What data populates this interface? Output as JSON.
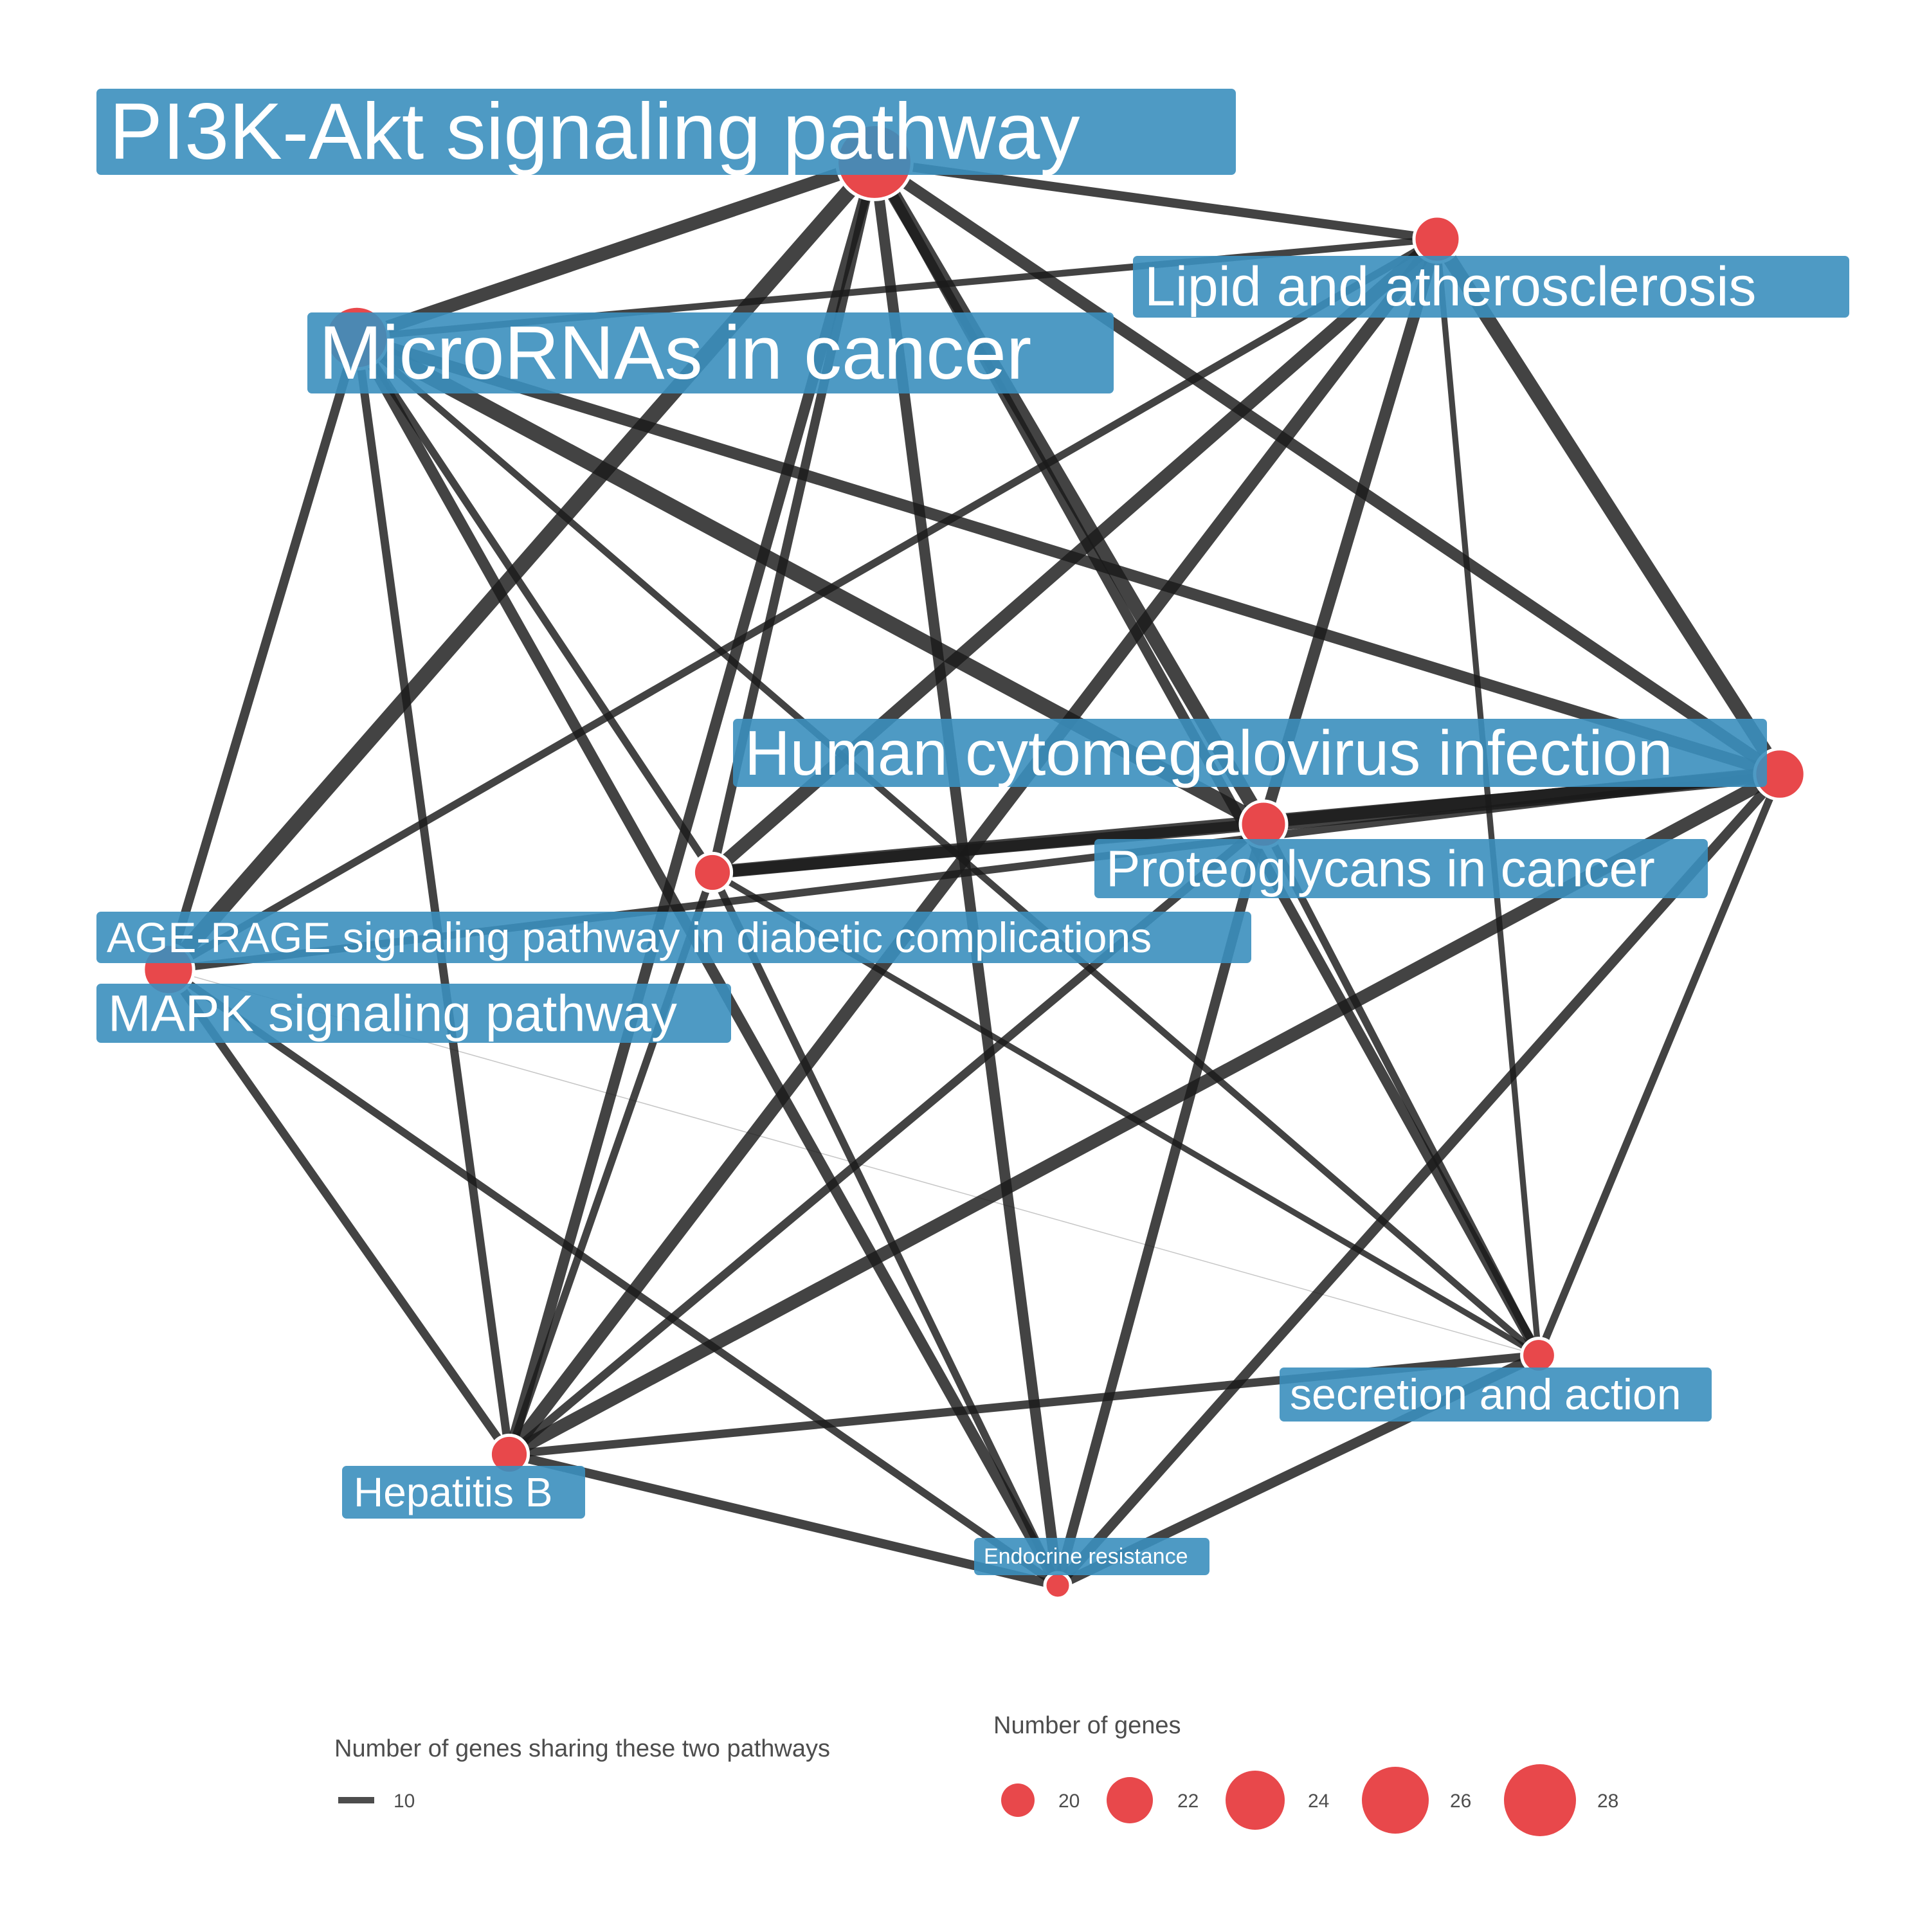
{
  "colors": {
    "node": "#e8484b",
    "node_stroke": "#ffffff",
    "label_bg": "#3b8fbe",
    "label_text": "#ffffff",
    "edge": "#1a1a1a",
    "legend_text": "#4d4d4d"
  },
  "nodes": [
    {
      "id": "pi3k",
      "label": "PI3K-Akt signaling pathway",
      "genes": 28
    },
    {
      "id": "lipid",
      "label": "Lipid and atherosclerosis",
      "genes": 21
    },
    {
      "id": "mirna",
      "label": "MicroRNAs in cancer",
      "genes": 25
    },
    {
      "id": "hcmv",
      "label": "Human cytomegalovirus infection",
      "genes": 22
    },
    {
      "id": "proteo",
      "label": "Proteoglycans in cancer",
      "genes": 21
    },
    {
      "id": "agerage",
      "label": "AGE-RAGE signaling pathway in diabetic complications",
      "genes": 19
    },
    {
      "id": "mapk",
      "label": "MAPK signaling pathway",
      "genes": 22
    },
    {
      "id": "insulin",
      "label": "secretion and action",
      "genes": 18
    },
    {
      "id": "hepb",
      "label": "Hepatitis B",
      "genes": 19
    },
    {
      "id": "endo",
      "label": "Endocrine resistance",
      "genes": 16
    }
  ],
  "edges": [
    {
      "source": "pi3k",
      "target": "lipid",
      "weight": 9
    },
    {
      "source": "pi3k",
      "target": "mirna",
      "weight": 14
    },
    {
      "source": "pi3k",
      "target": "hcmv",
      "weight": 12
    },
    {
      "source": "pi3k",
      "target": "proteo",
      "weight": 15
    },
    {
      "source": "pi3k",
      "target": "agerage",
      "weight": 9
    },
    {
      "source": "pi3k",
      "target": "mapk",
      "weight": 17
    },
    {
      "source": "pi3k",
      "target": "insulin",
      "weight": 10
    },
    {
      "source": "pi3k",
      "target": "hepb",
      "weight": 11
    },
    {
      "source": "pi3k",
      "target": "endo",
      "weight": 11
    },
    {
      "source": "mirna",
      "target": "lipid",
      "weight": 6
    },
    {
      "source": "mirna",
      "target": "hcmv",
      "weight": 12
    },
    {
      "source": "mirna",
      "target": "proteo",
      "weight": 17
    },
    {
      "source": "mirna",
      "target": "agerage",
      "weight": 7
    },
    {
      "source": "mirna",
      "target": "mapk",
      "weight": 9
    },
    {
      "source": "mirna",
      "target": "insulin",
      "weight": 6
    },
    {
      "source": "mirna",
      "target": "hepb",
      "weight": 8
    },
    {
      "source": "mirna",
      "target": "endo",
      "weight": 11
    },
    {
      "source": "lipid",
      "target": "hcmv",
      "weight": 15
    },
    {
      "source": "lipid",
      "target": "proteo",
      "weight": 12
    },
    {
      "source": "lipid",
      "target": "agerage",
      "weight": 14
    },
    {
      "source": "lipid",
      "target": "mapk",
      "weight": 7
    },
    {
      "source": "lipid",
      "target": "insulin",
      "weight": 5
    },
    {
      "source": "lipid",
      "target": "hepb",
      "weight": 14
    },
    {
      "source": "hcmv",
      "target": "proteo",
      "weight": 17
    },
    {
      "source": "hcmv",
      "target": "agerage",
      "weight": 14
    },
    {
      "source": "hcmv",
      "target": "mapk",
      "weight": 7
    },
    {
      "source": "hcmv",
      "target": "insulin",
      "weight": 7
    },
    {
      "source": "hcmv",
      "target": "hepb",
      "weight": 14
    },
    {
      "source": "hcmv",
      "target": "endo",
      "weight": 10
    },
    {
      "source": "proteo",
      "target": "agerage",
      "weight": 12
    },
    {
      "source": "proteo",
      "target": "insulin",
      "weight": 7
    },
    {
      "source": "proteo",
      "target": "hepb",
      "weight": 8
    },
    {
      "source": "proteo",
      "target": "endo",
      "weight": 10
    },
    {
      "source": "agerage",
      "target": "hepb",
      "weight": 7
    },
    {
      "source": "agerage",
      "target": "endo",
      "weight": 7
    },
    {
      "source": "agerage",
      "target": "insulin",
      "weight": 5
    },
    {
      "source": "mapk",
      "target": "hepb",
      "weight": 8
    },
    {
      "source": "mapk",
      "target": "endo",
      "weight": 7
    },
    {
      "source": "mapk",
      "target": "insulin",
      "weight": 1
    },
    {
      "source": "hepb",
      "target": "insulin",
      "weight": 8
    },
    {
      "source": "hepb",
      "target": "endo",
      "weight": 9
    },
    {
      "source": "insulin",
      "target": "endo",
      "weight": 10
    }
  ],
  "legend": {
    "edge_title": "Number of genes sharing these two pathways",
    "edge_key": {
      "value": 10,
      "label": "10"
    },
    "size_title": "Number of genes",
    "size_keys": [
      {
        "value": 20,
        "label": "20"
      },
      {
        "value": 22,
        "label": "22"
      },
      {
        "value": 24,
        "label": "24"
      },
      {
        "value": 26,
        "label": "26"
      },
      {
        "value": 28,
        "label": "28"
      }
    ]
  }
}
